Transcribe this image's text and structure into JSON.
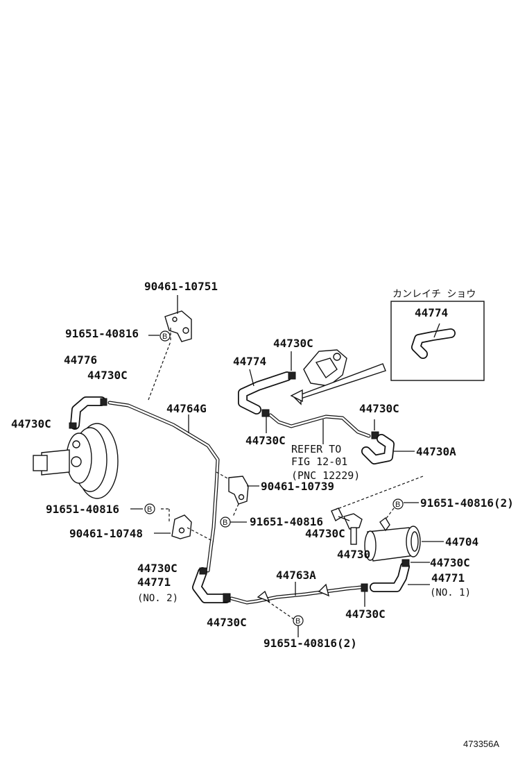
{
  "labels": {
    "bolt_top": "90461-10751",
    "bolt_top_b": "91651-40816",
    "hose_44776": "44776",
    "clip_44730c_a": "44730C",
    "clip_44730c_b": "44730C",
    "pipe_44764g": "44764G",
    "bolt_10739": "90461-10739",
    "bolt_mid_b_left": "91651-40816",
    "bolt_10748": "90461-10748",
    "bolt_mid_b_right": "91651-40816",
    "clip_44730c_c": "44730C",
    "hose_44771_no2": "44771",
    "no2": "(NO. 2)",
    "clip_44730c_d": "44730C",
    "pipe_44763a": "44763A",
    "bolt_bottom_b": "91651-40816(2)",
    "clip_44730c_e": "44730C",
    "hose_44774": "44774",
    "clip_44730c_f": "44730C",
    "clip_44730c_g": "44730C",
    "clip_44730c_h": "44730C",
    "hose_44730a": "44730A",
    "refer_line1": "REFER TO",
    "refer_line2": "FIG 12-01",
    "refer_line3": "(PNC 12229)",
    "bolt_right_b": "91651-40816(2)",
    "valve_44730": "44730",
    "clip_44730c_i": "44730C",
    "pump_44704": "44704",
    "clip_44730c_j": "44730C",
    "hose_44771_no1": "44771",
    "no1": "(NO. 1)",
    "cold_region_title": "カンレイチ ショウ",
    "cold_region_part": "44774",
    "b_marker": "B",
    "figure_id": "473356A"
  }
}
